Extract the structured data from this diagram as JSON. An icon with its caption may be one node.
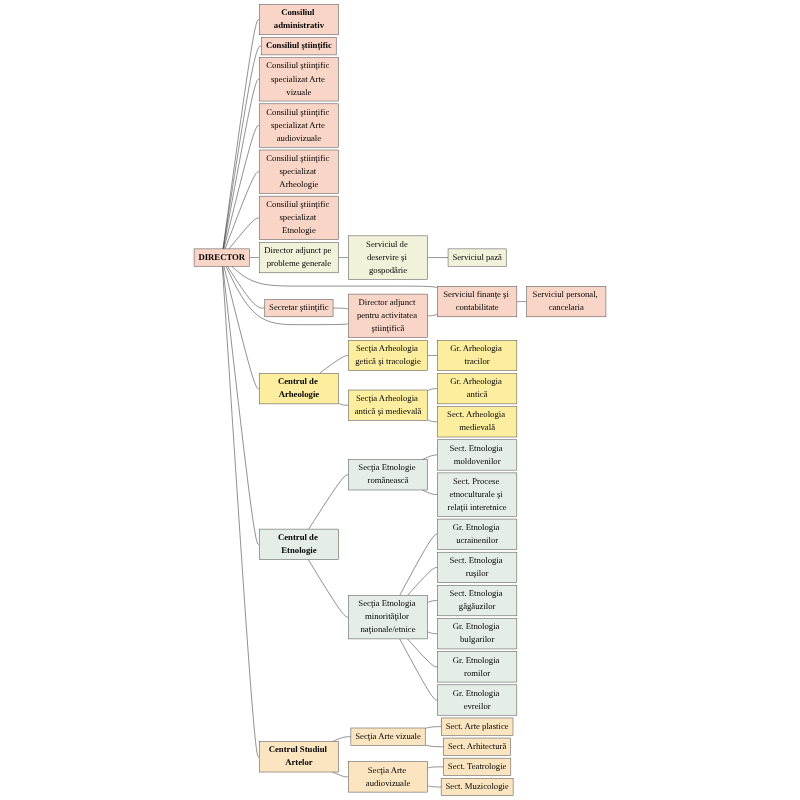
{
  "diagram": {
    "nodes": [
      {
        "text": [
          "DIRECTOR"
        ]
      },
      {
        "text": [
          "Consiliul administrativ"
        ]
      },
      {
        "text": [
          "Consiliul ştiinţific"
        ]
      },
      {
        "text": [
          "Consiliul ştiinţific specializat Arte vizuale"
        ]
      },
      {
        "text": [
          "Consiliul ştiinţific specializat Arte audiovizuale"
        ]
      },
      {
        "text": [
          "Consiliul ştiinţific specializat Arheologie"
        ]
      },
      {
        "text": [
          "Consiliul ştiinţific specializat Etnologie"
        ]
      },
      {
        "text": [
          "Secretar ştiinţific"
        ]
      },
      {
        "text": [
          "Director adjunct pentru activitatea ştiinţifică"
        ]
      },
      {
        "text": [
          "Director adjunct pe probleme generale"
        ]
      },
      {
        "text": [
          "Serviciul de deservire şi gospodărie"
        ]
      },
      {
        "text": [
          "Serviciul pază"
        ]
      },
      {
        "text": [
          "Serviciul finanţe şi contabilitate"
        ]
      },
      {
        "text": [
          "Serviciul personal, cancelaria"
        ]
      },
      {
        "text": [
          "Centrul de Arheologie"
        ]
      },
      {
        "text": [
          "Centrul de Etnologie"
        ]
      },
      {
        "text": [
          "Centrul Studiul Artelor"
        ]
      },
      {
        "text": [
          "Secţia Arheologia getică şi tracologie"
        ]
      },
      {
        "text": [
          "Secţia Arheologia antică şi medievală"
        ]
      },
      {
        "text": [
          "Secţia Etnologie românească"
        ]
      },
      {
        "text": [
          "Secţia Etnologia minorităţilor naţionale/etnice"
        ]
      },
      {
        "text": [
          "Secţia Arte vizuale"
        ]
      },
      {
        "text": [
          "Secţia Arte audiovizuale"
        ]
      },
      {
        "text": [
          "Gr. Arheologia tracilor"
        ]
      },
      {
        "text": [
          "Gr. Arheologia antică"
        ]
      },
      {
        "text": [
          "Sect. Arheologia medievală"
        ]
      },
      {
        "text": [
          "Sect. Etnologia moldovenilor"
        ]
      },
      {
        "text": [
          "Sect. Procese etnoculturale şi relaţii interetnice"
        ]
      },
      {
        "text": [
          "Gr. Etnologia ucrainenilor"
        ]
      },
      {
        "text": [
          "Sect. Etnologia ruşilor"
        ]
      },
      {
        "text": [
          "Sect. Etnologia găgăuzilor"
        ]
      },
      {
        "text": [
          "Gr. Etnologia bulgarilor"
        ]
      },
      {
        "text": [
          "Gr. Etnologia romilor"
        ]
      },
      {
        "text": [
          "Gr. Etnologia evreilor"
        ]
      },
      {
        "text": [
          "Sect. Arte plastice"
        ]
      },
      {
        "text": [
          "Sect. Arhitectură"
        ]
      },
      {
        "text": [
          "Sect. Teatrologie"
        ]
      },
      {
        "text": [
          "Sect. Muzicologie"
        ]
      }
    ],
    "edges": [
      {
        "from": 0,
        "to": 1,
        "arrow": "none"
      },
      {
        "from": 0,
        "to": 2,
        "arrow": "none"
      },
      {
        "from": 0,
        "to": 3,
        "arrow": "none"
      },
      {
        "from": 0,
        "to": 4,
        "arrow": "none"
      },
      {
        "from": 0,
        "to": 5,
        "arrow": "none"
      },
      {
        "from": 0,
        "to": 6,
        "arrow": "none"
      },
      {
        "from": 0,
        "to": 7,
        "arrow": "none"
      },
      {
        "from": 7,
        "to": 8,
        "arrow": "none"
      },
      {
        "from": 0,
        "to": 8,
        "arrow": "none"
      },
      {
        "from": 0,
        "to": 9,
        "arrow": "none"
      },
      {
        "from": 9,
        "to": 10,
        "arrow": "none"
      },
      {
        "from": 10,
        "to": 11,
        "arrow": "none"
      },
      {
        "from": 0,
        "to": 12,
        "arrow": "none"
      },
      {
        "from": 8,
        "to": 12,
        "arrow": "none"
      },
      {
        "from": 12,
        "to": 13,
        "arrow": "none"
      },
      {
        "from": 0,
        "to": 14,
        "arrow": "none"
      },
      {
        "from": 0,
        "to": 15,
        "arrow": "none"
      },
      {
        "from": 0,
        "to": 16,
        "arrow": "none"
      },
      {
        "from": 14,
        "to": 17,
        "arrow": "none"
      },
      {
        "from": 14,
        "to": 18,
        "arrow": "none"
      },
      {
        "from": 15,
        "to": 19,
        "arrow": "none"
      },
      {
        "from": 15,
        "to": 20,
        "arrow": "none"
      },
      {
        "from": 16,
        "to": 21,
        "arrow": "none"
      },
      {
        "from": 16,
        "to": 22,
        "arrow": "none"
      },
      {
        "from": 17,
        "to": 23,
        "arrow": "none"
      },
      {
        "from": 18,
        "to": 24,
        "arrow": "none"
      },
      {
        "from": 18,
        "to": 25,
        "arrow": "none"
      },
      {
        "from": 19,
        "to": 26,
        "arrow": "none"
      },
      {
        "from": 19,
        "to": 27,
        "arrow": "none"
      },
      {
        "from": 20,
        "to": 28,
        "arrow": "none"
      },
      {
        "from": 20,
        "to": 29,
        "arrow": "none"
      },
      {
        "from": 20,
        "to": 30,
        "arrow": "none"
      },
      {
        "from": 20,
        "to": 31,
        "arrow": "none"
      },
      {
        "from": 20,
        "to": 32,
        "arrow": "none"
      },
      {
        "from": 20,
        "to": 33,
        "arrow": "none"
      },
      {
        "from": 21,
        "to": 34,
        "arrow": "none"
      },
      {
        "from": 21,
        "to": 35,
        "arrow": "none"
      },
      {
        "from": 22,
        "to": 36,
        "arrow": "none"
      },
      {
        "from": 22,
        "to": 37,
        "arrow": "none"
      }
    ]
  }
}
